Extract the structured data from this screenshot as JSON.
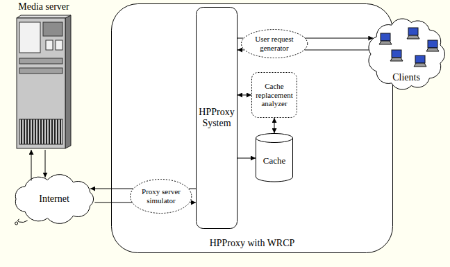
{
  "diagram": {
    "nodes": [
      {
        "text": [
          "Media server"
        ]
      },
      {
        "text": [
          "Internet"
        ]
      },
      {
        "text": [
          "HPProxy with WRCP"
        ]
      },
      {
        "text": [
          "Proxy server simulator"
        ],
        "in": 2
      },
      {
        "text": [
          "HPProxy System"
        ],
        "in": 2
      },
      {
        "text": [
          "User request generator"
        ],
        "in": 2
      },
      {
        "text": [
          "Cache replacement analyzer"
        ],
        "in": 2
      },
      {
        "text": [
          "Cache"
        ],
        "in": 2
      },
      {
        "text": [
          "Clients"
        ]
      }
    ],
    "edges": [
      {
        "from": 1,
        "to": 0,
        "arrow": "to"
      },
      {
        "from": 0,
        "to": 1,
        "arrow": "to"
      },
      {
        "from": 3,
        "to": 1,
        "arrow": "to"
      },
      {
        "from": 1,
        "to": 3,
        "arrow": "none"
      },
      {
        "from": 4,
        "to": 3,
        "arrow": "none"
      },
      {
        "from": 3,
        "to": 4,
        "arrow": "to"
      },
      {
        "from": 4,
        "to": 5,
        "arrow": "none"
      },
      {
        "from": 5,
        "to": 8,
        "arrow": "to"
      },
      {
        "from": 8,
        "to": 5,
        "arrow": "none"
      },
      {
        "from": 5,
        "to": 4,
        "arrow": "to"
      },
      {
        "from": 4,
        "to": 6,
        "arrow": "both"
      },
      {
        "from": 6,
        "to": 7,
        "arrow": "both"
      },
      {
        "from": 4,
        "to": 7,
        "arrow": "to"
      }
    ]
  }
}
